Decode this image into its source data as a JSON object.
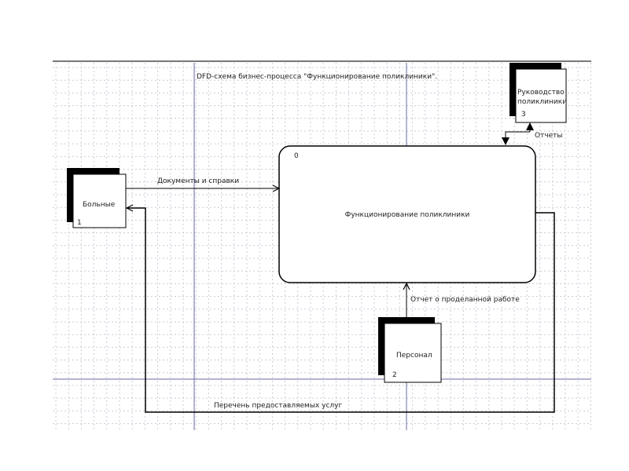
{
  "diagram": {
    "title": "DFD-схема бизнес-процесса \"Функционирование поликлиники\".",
    "process": {
      "number": "0",
      "label": "Функционирование поликлиники"
    },
    "entities": [
      {
        "number": "1",
        "label": "Больные"
      },
      {
        "number": "2",
        "label": "Персонал"
      },
      {
        "number": "3",
        "label_line1": "Руководство",
        "label_line2": "поликлиники"
      }
    ],
    "flows": {
      "documents": "Документы и справки",
      "reports": "Отчеты",
      "work_report": "Отчет о проделанной работе",
      "services_list": "Перечень предоставляемых услуг"
    }
  },
  "colors": {
    "grid": "#c8ccd8",
    "guide": "#6a6aa0",
    "line": "#000000"
  }
}
